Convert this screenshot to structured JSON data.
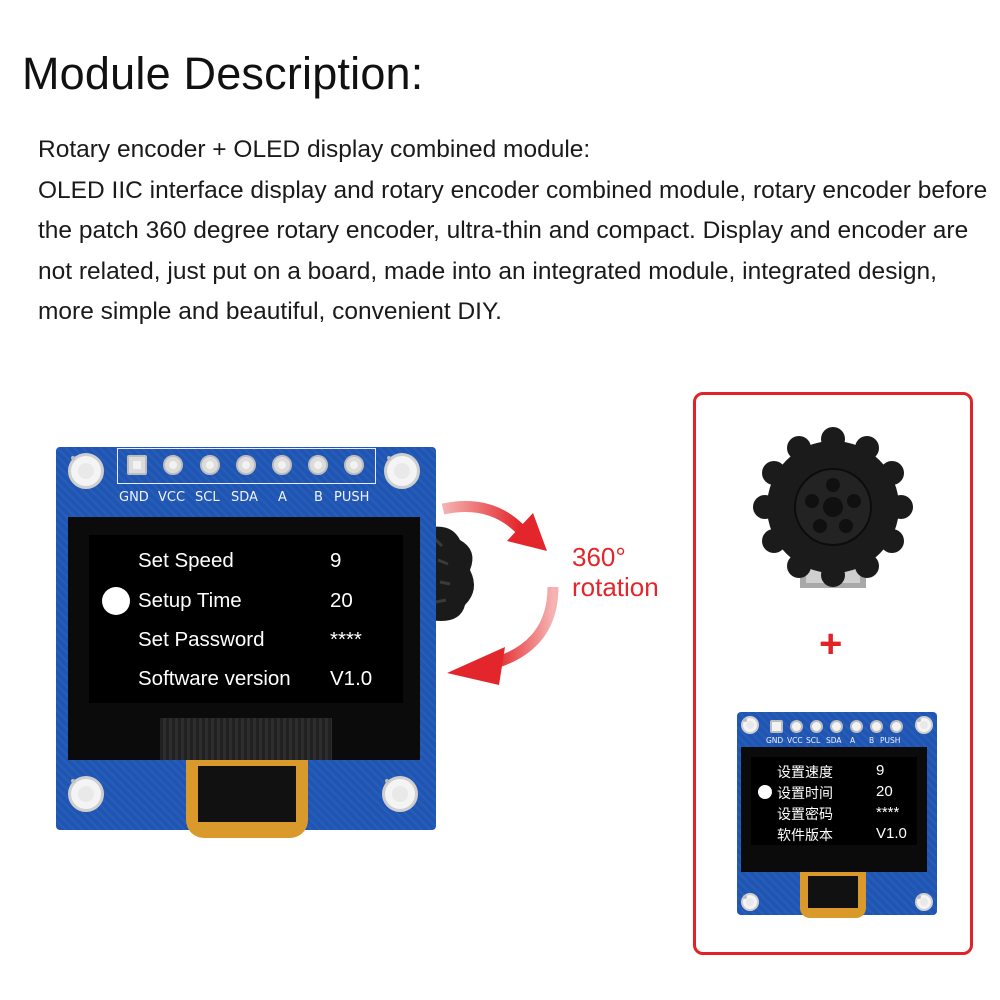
{
  "heading": "Module Description:",
  "description": {
    "line1": "Rotary encoder + OLED display combined module:",
    "line2": "OLED IIC interface display and rotary encoder combined module, rotary encoder before the patch 360 degree rotary encoder, ultra-thin and compact. Display and encoder are not related, just put on a board, made into an integrated module, integrated design, more simple and beautiful, convenient DIY."
  },
  "pin_labels": [
    "GND",
    "VCC",
    "SCL",
    "SDA",
    "A",
    "B",
    "PUSH"
  ],
  "large_screen": {
    "rows": [
      {
        "label": "Set Speed",
        "value": "9"
      },
      {
        "label": "Setup Time",
        "value": "20"
      },
      {
        "label": "Set Password",
        "value": "****"
      },
      {
        "label": "Software version",
        "value": "V1.0"
      }
    ],
    "selected_index": 1
  },
  "rotation_label": {
    "line1": "360°",
    "line2": "rotation"
  },
  "plus_sign": "+",
  "small_screen": {
    "rows": [
      {
        "label": "设置速度",
        "value": "9"
      },
      {
        "label": "设置时间",
        "value": "20"
      },
      {
        "label": "设置密码",
        "value": "****"
      },
      {
        "label": "软件版本",
        "value": "V1.0"
      }
    ],
    "selected_index": 1
  },
  "colors": {
    "pcb": "#1f56b4",
    "accent_red": "#e02328",
    "flex_cable": "#d99a2b"
  }
}
